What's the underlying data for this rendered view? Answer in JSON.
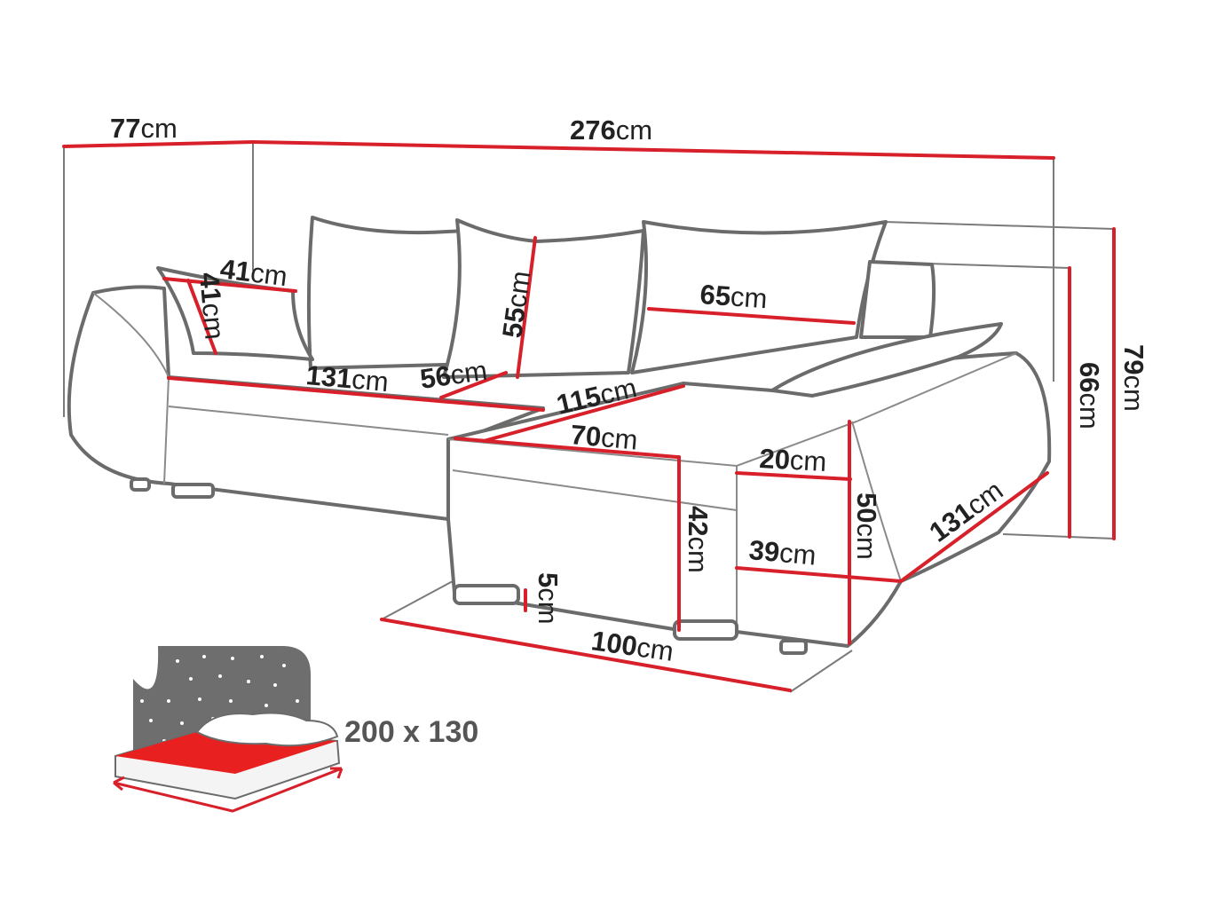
{
  "unit": "cm",
  "dimensions": {
    "overall_depth": "77",
    "overall_width": "276",
    "small_pillow_width": "41",
    "small_pillow_height": "41",
    "back_cushion_height": "55",
    "back_cushion_width": "65",
    "seat_width": "131",
    "seat_depth": "56",
    "chaise_length": "115",
    "chaise_width": "70",
    "armrest_width": "20",
    "chaise_height": "42",
    "armrest_height": "50",
    "seat_height": "39",
    "chaise_side_length": "131",
    "leg_height": "5",
    "chaise_total_width": "100",
    "armrest_back_height": "66",
    "overall_height": "79"
  },
  "bed": {
    "size_label": "200 x 130",
    "icon": "sleeping-bed-night-icon"
  },
  "colors": {
    "measure_line": "#d8202a",
    "outline": "#6b6b6b",
    "mattress": "#e8201f",
    "night_sky": "#6e6e6e"
  }
}
